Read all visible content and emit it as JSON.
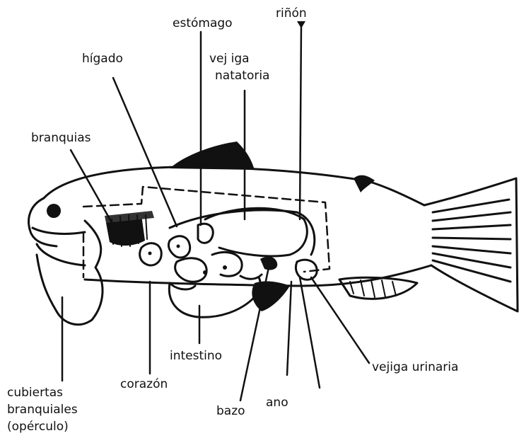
{
  "labels": {
    "estomago": "estómago",
    "rinon": "riñón",
    "higado": "hígado",
    "vejiga_natatoria_1": "vej iga",
    "vejiga_natatoria_2": "natatoria",
    "branquias": "branquias",
    "intestino": "intestino",
    "corazon": "corazón",
    "vejiga_urinaria": "vejiga urinaria",
    "cubiertas_1": "cubiertas",
    "cubiertas_2": "branquiales",
    "cubiertas_3": "(opérculo)",
    "bazo": "bazo",
    "ano": "ano"
  },
  "colors": {
    "ink": "#111111",
    "background": "#ffffff"
  }
}
